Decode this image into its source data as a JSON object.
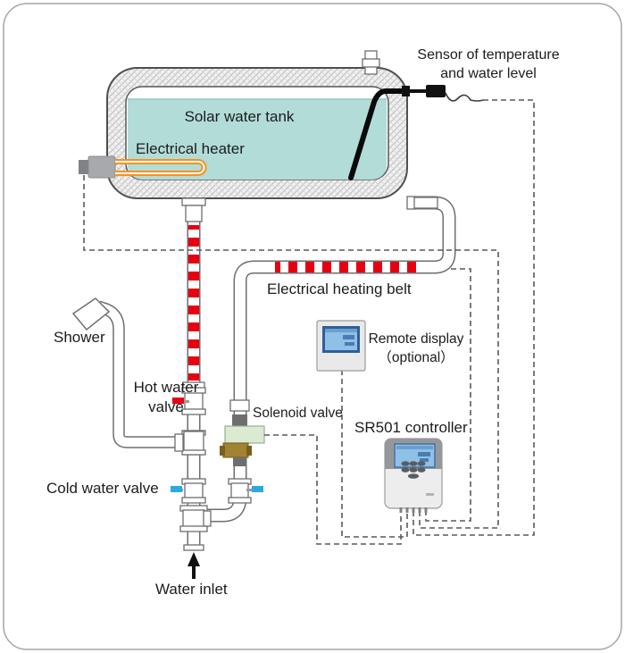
{
  "labels": {
    "sensor": {
      "line1": "Sensor of temperature",
      "line2": "and water level"
    },
    "tank": "Solar water tank",
    "heater": "Electrical heater",
    "heating_belt": "Electrical heating belt",
    "shower": "Shower",
    "hot_water_valve": {
      "line1": "Hot water",
      "line2": "valve"
    },
    "solenoid_valve": "Solenoid valve",
    "remote_display": {
      "line1": "Remote display",
      "line2": "（optional）"
    },
    "controller": "SR501 controller",
    "cold_water_valve": "Cold water valve",
    "water_inlet": "Water inlet"
  },
  "colors": {
    "water": "#b2dcd8",
    "stripe_red": "#e60012",
    "valve_blue": "#29abe2",
    "solenoid_green": "#dcead2",
    "heater_orange": "#f6921e",
    "lcd_blue": "#8fc0e8",
    "pipe_outline": "#6d6e71",
    "wire_dash": "#595959"
  }
}
